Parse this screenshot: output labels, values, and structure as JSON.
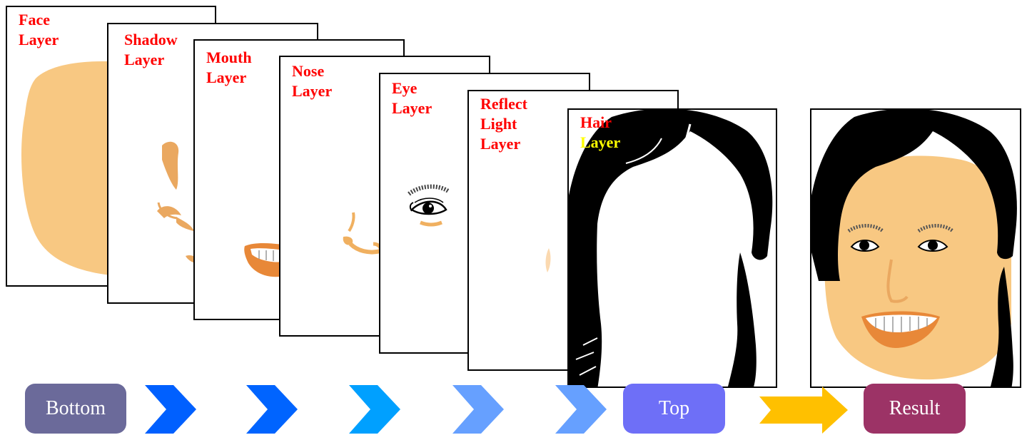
{
  "layers": [
    {
      "id": "face",
      "lines": [
        "Face",
        "Layer"
      ]
    },
    {
      "id": "shadow",
      "lines": [
        "Shadow",
        "Layer"
      ]
    },
    {
      "id": "mouth",
      "lines": [
        "Mouth",
        "Layer"
      ]
    },
    {
      "id": "nose",
      "lines": [
        "Nose",
        "Layer"
      ]
    },
    {
      "id": "eye",
      "lines": [
        "Eye",
        "Layer"
      ]
    },
    {
      "id": "reflect",
      "lines": [
        "Reflect",
        "Light",
        "Layer"
      ]
    },
    {
      "id": "hair",
      "lines": [
        "Hair",
        "Layer"
      ]
    }
  ],
  "colors": {
    "label": "#ff0000",
    "hair_label_second_line": "#ffff00",
    "skin": "#f8c882",
    "shadow": "#eaa860",
    "lips": "#e88838",
    "bottom_pill": "#6b6a9a",
    "top_pill": "#6e6ff7",
    "result_pill": "#9c3366",
    "result_arrow": "#ffc000",
    "chevrons": [
      "#0060ff",
      "#0064ff",
      "#00a0ff",
      "#66a0ff",
      "#66a0ff"
    ]
  },
  "flow": {
    "bottom_label": "Bottom",
    "top_label": "Top",
    "result_label": "Result"
  }
}
